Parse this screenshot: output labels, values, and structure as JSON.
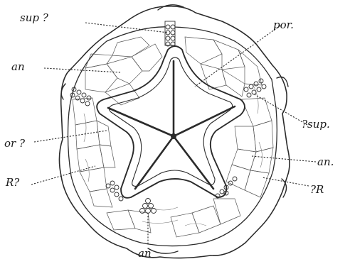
{
  "figure": {
    "labels": {
      "sup_top": "sup ?",
      "por": "por.",
      "an_left": "an",
      "sup_right": "?sup.",
      "or": "or ?",
      "an_right": "an.",
      "r_left": "R?",
      "r_right": "?R",
      "an_bottom": "an"
    }
  }
}
